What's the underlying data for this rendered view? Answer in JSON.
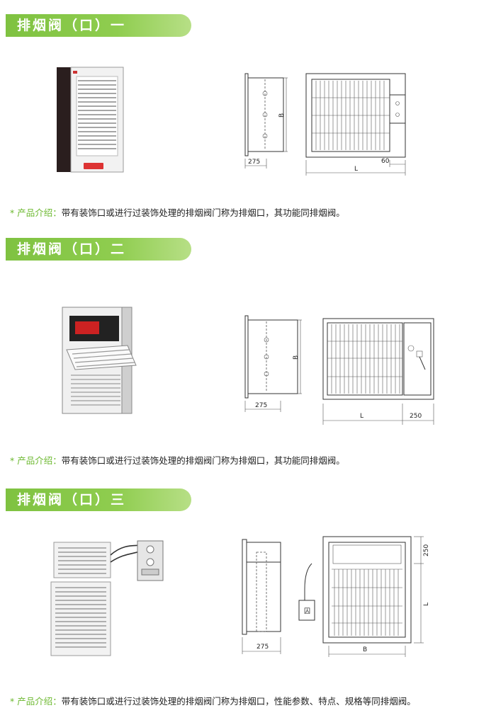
{
  "sections": [
    {
      "title": "排烟阀（口）一",
      "desc_lead": "* 产品介绍：",
      "desc_body": "带有装饰口或进行过装饰处理的排烟阀门称为排烟口，其功能同排烟阀。",
      "dims": {
        "side_depth": "275",
        "height": "B",
        "width": "L",
        "offset": "60"
      }
    },
    {
      "title": "排烟阀（口）二",
      "desc_lead": "* 产品介绍：",
      "desc_body": "带有装饰口或进行过装饰处理的排烟阀门称为排烟口，其功能同排烟阀。",
      "dims": {
        "side_depth": "275",
        "height": "B",
        "width": "L",
        "actuator": "250"
      }
    },
    {
      "title": "排烟阀（口）三",
      "desc_lead": "* 产品介绍：",
      "desc_body": "带有装饰口或进行过装饰处理的排烟阀门称为排烟口，性能参数、特点、规格等同排烟阀。",
      "dims": {
        "side_depth": "275",
        "top": "250",
        "length": "L",
        "width": "B"
      }
    }
  ],
  "colors": {
    "tab_green": "#7fc241",
    "lead_green": "#6bb82e"
  }
}
